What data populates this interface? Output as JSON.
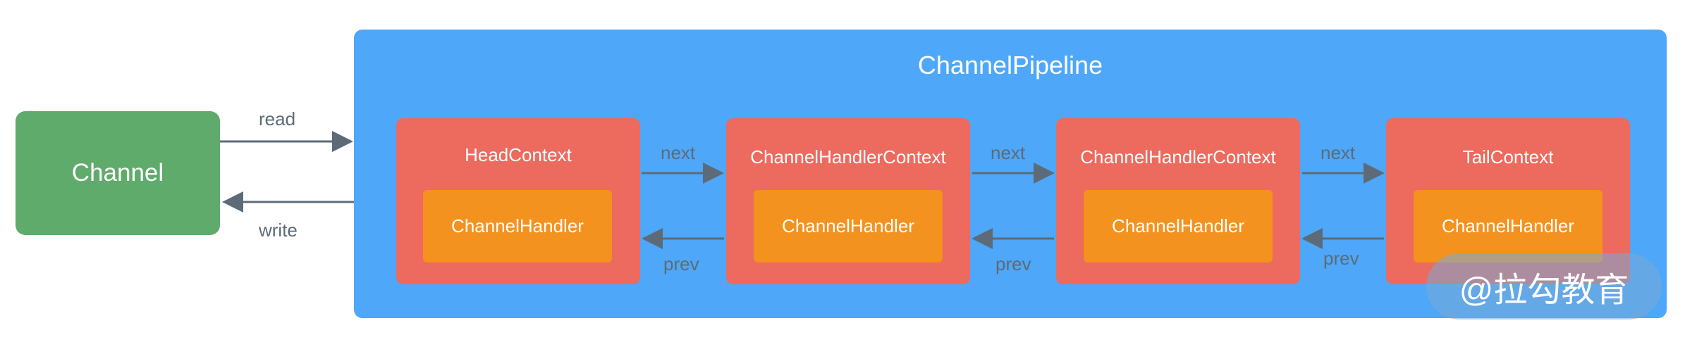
{
  "channel": {
    "label": "Channel"
  },
  "pipeline": {
    "title": "ChannelPipeline"
  },
  "contexts": [
    {
      "title": "HeadContext",
      "handler": "ChannelHandler"
    },
    {
      "title": "ChannelHandlerContext",
      "handler": "ChannelHandler"
    },
    {
      "title": "ChannelHandlerContext",
      "handler": "ChannelHandler"
    },
    {
      "title": "TailContext",
      "handler": "ChannelHandler"
    }
  ],
  "edges": {
    "read": "read",
    "write": "write",
    "next": "next",
    "prev": "prev"
  },
  "watermark": "@拉勾教育",
  "colors": {
    "channel": "#5fab6b",
    "pipeline": "#4ea7f8",
    "context": "#ec6a5e",
    "handler": "#f3921f",
    "arrow": "#5d6b78"
  }
}
